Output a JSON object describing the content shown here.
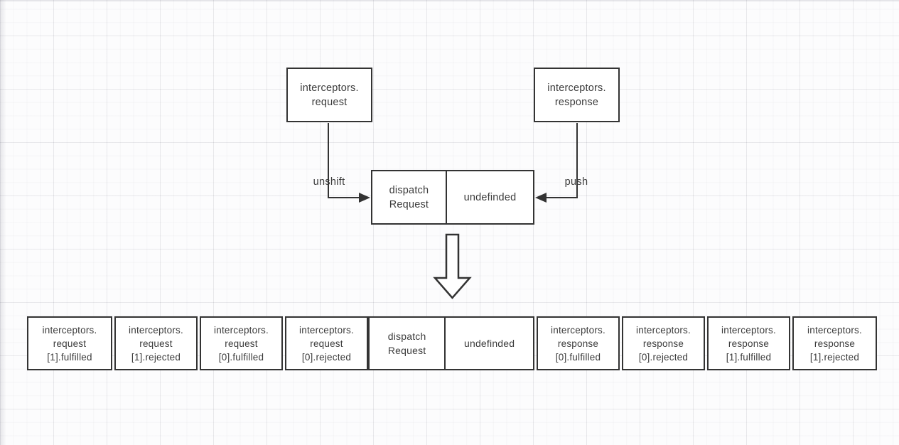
{
  "colors": {
    "background": "#fcfcfd",
    "box_fill": "#ffffff",
    "stroke": "#333333",
    "text": "#3b3b3b",
    "grid_minor": "#f2f2f5",
    "grid_major": "#e7e7ec"
  },
  "diagram": {
    "top_boxes": [
      {
        "name": "interceptors-request",
        "lines": [
          "interceptors.",
          "request"
        ]
      },
      {
        "name": "interceptors-response",
        "lines": [
          "interceptors.",
          "response"
        ]
      }
    ],
    "edge_labels": {
      "left": "unshift",
      "right": "push"
    },
    "middle_box": {
      "cells": [
        {
          "lines": [
            "dispatch",
            "Request"
          ]
        },
        {
          "lines": [
            "undefinded"
          ]
        }
      ]
    },
    "big_arrow_direction": "down",
    "bottom_row": [
      {
        "lines": [
          "interceptors.",
          "request",
          "[1].fulfilled"
        ]
      },
      {
        "lines": [
          "interceptors.",
          "request",
          "[1].rejected"
        ]
      },
      {
        "lines": [
          "interceptors.",
          "request",
          "[0].fulfilled"
        ]
      },
      {
        "lines": [
          "interceptors.",
          "request",
          "[0].rejected"
        ]
      },
      {
        "lines": [
          "dispatch",
          "Request"
        ]
      },
      {
        "lines": [
          "undefinded"
        ]
      },
      {
        "lines": [
          "interceptors.",
          "response",
          "[0].fulfilled"
        ]
      },
      {
        "lines": [
          "interceptors.",
          "response",
          "[0].rejected"
        ]
      },
      {
        "lines": [
          "interceptors.",
          "response",
          "[1].fulfilled"
        ]
      },
      {
        "lines": [
          "interceptors.",
          "response",
          "[1].rejected"
        ]
      }
    ]
  }
}
